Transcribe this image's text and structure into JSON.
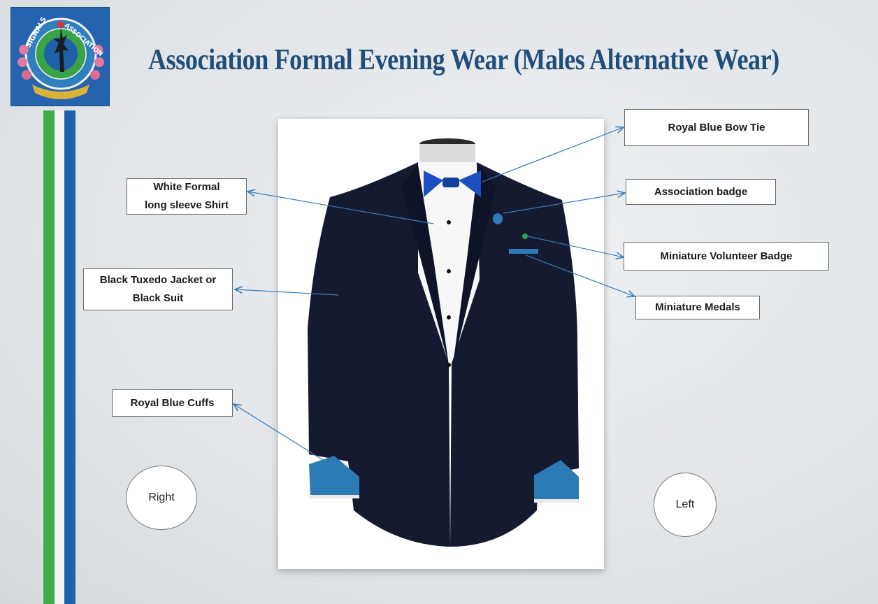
{
  "title": "Association Formal Evening Wear (Males Alternative Wear)",
  "logo": {
    "text_left": "SIGNALS",
    "text_right": "ASSOCIATION"
  },
  "labels": {
    "bow_tie": "Royal Blue Bow Tie",
    "shirt": "White Formal\nlong sleeve Shirt",
    "badge": "Association badge",
    "volunteer": "Miniature Volunteer Badge",
    "jacket": "Black Tuxedo Jacket or\nBlack Suit",
    "medals": "Miniature Medals",
    "cuffs": "Royal Blue Cuffs"
  },
  "sides": {
    "right": "Right",
    "left": "Left"
  },
  "colors": {
    "title": "#1f4e79",
    "jacket": "#161b33",
    "accent_blue": "#2c7bb5",
    "bow_tie": "#1d4fc4",
    "arrow": "#3a7bb5"
  }
}
